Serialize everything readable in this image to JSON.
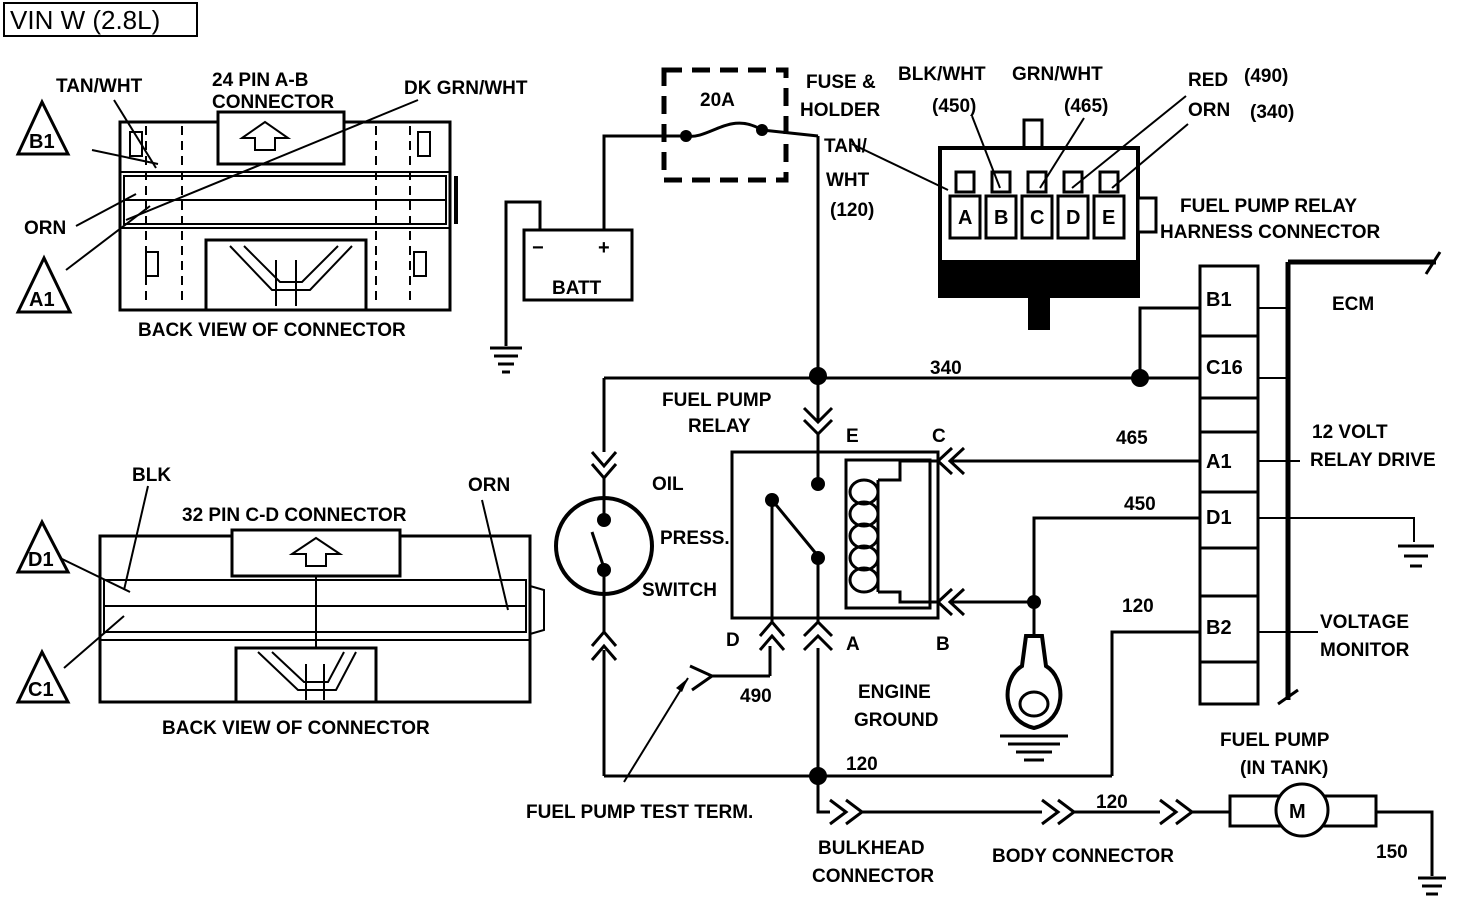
{
  "title": "VIN W (2.8L)",
  "connector_ab": {
    "wire_tan_wht": "TAN/WHT",
    "name_line1": "24 PIN A-B",
    "name_line2": "CONNECTOR",
    "wire_dk_grn_wht": "DK GRN/WHT",
    "wire_orn": "ORN",
    "pin_b1": "B1",
    "pin_a1": "A1",
    "caption": "BACK VIEW OF CONNECTOR"
  },
  "connector_cd": {
    "wire_blk": "BLK",
    "name": "32 PIN C-D  CONNECTOR",
    "wire_orn": "ORN",
    "pin_d1": "D1",
    "pin_c1": "C1",
    "caption": "BACK VIEW OF CONNECTOR"
  },
  "fuse": {
    "rating": "20A",
    "label_line1": "FUSE &",
    "label_line2": "HOLDER"
  },
  "battery": {
    "label": "BATT",
    "minus": "−",
    "plus": "+"
  },
  "wire_tan_wht": {
    "line1": "TAN/",
    "line2": "WHT",
    "circuit": "(120)"
  },
  "relay_harness": {
    "wire1_color": "BLK/WHT",
    "wire1_circuit": "(450)",
    "wire2_color": "GRN/WHT",
    "wire2_circuit": "(465)",
    "wire3_color": "RED",
    "wire3_circuit": "(490)",
    "wire4_color": "ORN",
    "wire4_circuit": "(340)",
    "pins": [
      "A",
      "B",
      "C",
      "D",
      "E"
    ],
    "label_line1": "FUEL PUMP RELAY",
    "label_line2": "HARNESS CONNECTOR"
  },
  "ecm": {
    "label": "ECM",
    "pins": [
      "B1",
      "C16",
      "A1",
      "D1",
      "B2"
    ],
    "relay_drive_line1": "12 VOLT",
    "relay_drive_line2": "RELAY DRIVE",
    "voltage_monitor_line1": "VOLTAGE",
    "voltage_monitor_line2": "MONITOR"
  },
  "circuits": {
    "c340": "340",
    "c465": "465",
    "c450": "450",
    "c120_ecm": "120",
    "c120_ground": "120",
    "c120_body": "120",
    "c490": "490",
    "c150": "150"
  },
  "relay": {
    "label_line1": "FUEL PUMP",
    "label_line2": "RELAY",
    "terminal_e": "E",
    "terminal_c": "C",
    "terminal_d": "D",
    "terminal_a": "A",
    "terminal_b": "B"
  },
  "oil_switch": {
    "line1": "OIL",
    "line2": "PRESS.",
    "line3": "SWITCH"
  },
  "engine_ground": {
    "line1": "ENGINE",
    "line2": "GROUND"
  },
  "test_term": "FUEL PUMP TEST TERM.",
  "bulkhead": {
    "line1": "BULKHEAD",
    "line2": "CONNECTOR"
  },
  "body_connector": "BODY CONNECTOR",
  "fuel_pump": {
    "line1": "FUEL PUMP",
    "line2": "(IN TANK)",
    "motor": "M"
  }
}
